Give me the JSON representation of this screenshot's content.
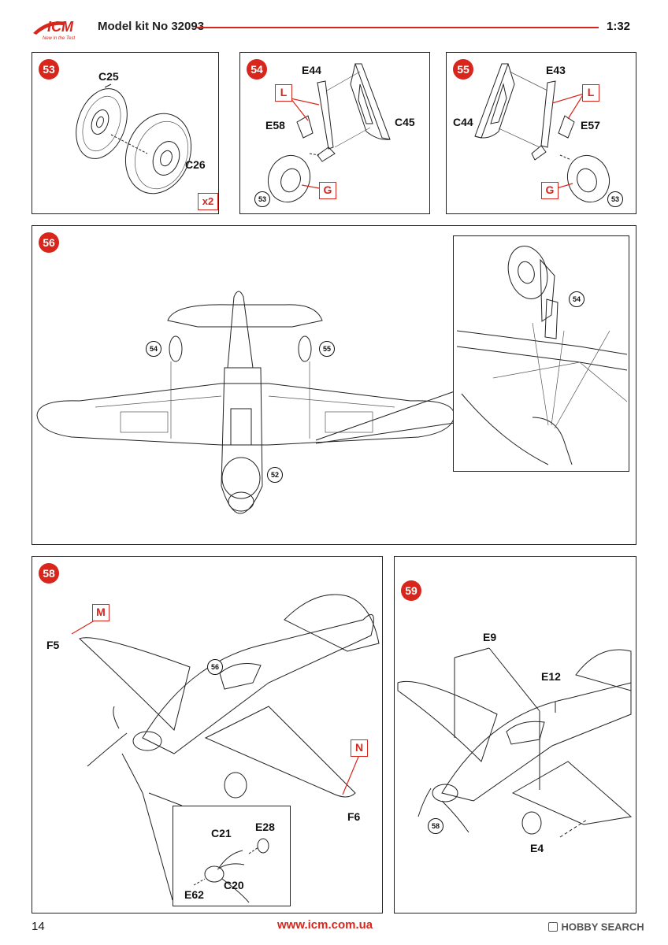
{
  "header": {
    "logo_text": "ICM",
    "logo_tagline": "New in the Test",
    "title": "Model kit No 32093",
    "scale": "1:32",
    "rule_color": "#d8261c"
  },
  "steps": {
    "s53": {
      "number": "53",
      "parts": [
        "C25",
        "C26"
      ],
      "multiplier": "x2"
    },
    "s54": {
      "number": "54",
      "parts": [
        "E44",
        "E58",
        "C45"
      ],
      "color_codes": [
        "L",
        "G"
      ],
      "ref": "53"
    },
    "s55": {
      "number": "55",
      "parts": [
        "E43",
        "C44",
        "E57"
      ],
      "color_codes": [
        "L",
        "G"
      ],
      "ref": "53"
    },
    "s56": {
      "number": "56",
      "refs": [
        "54",
        "55",
        "52",
        "54"
      ]
    },
    "s58": {
      "number": "58",
      "parts": [
        "F5",
        "F6",
        "C21",
        "E28",
        "C20",
        "E62"
      ],
      "color_codes": [
        "M",
        "N"
      ],
      "ref": "56"
    },
    "s59": {
      "number": "59",
      "parts": [
        "E9",
        "E12",
        "E4"
      ],
      "ref": "58"
    }
  },
  "footer": {
    "page_number": "14",
    "website": "www.icm.com.ua",
    "watermark": "HOBBY SEARCH"
  },
  "colors": {
    "accent": "#d8261c",
    "line": "#222222"
  }
}
